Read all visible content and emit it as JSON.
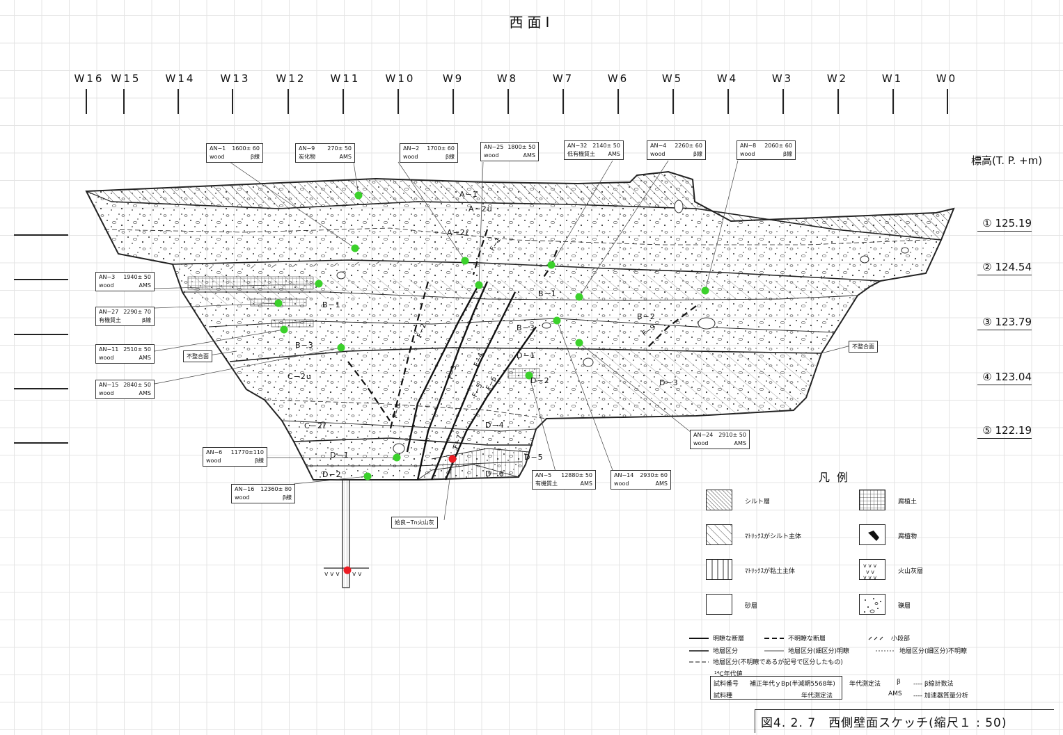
{
  "title": "西面Ⅰ",
  "grid_labels": [
    "W16",
    "W15",
    "W14",
    "W13",
    "W12",
    "W11",
    "W10",
    "W9",
    "W8",
    "W7",
    "W6",
    "W5",
    "W4",
    "W3",
    "W2",
    "W1",
    "W0"
  ],
  "elevation": {
    "title": "標高(T. P. +m)",
    "levels": [
      "① 125.19",
      "② 124.54",
      "③ 123.79",
      "④ 123.04",
      "⑤ 122.19"
    ]
  },
  "samples": [
    {
      "id": "AN−1",
      "age": "1600± 60",
      "material": "wood",
      "method": "β線"
    },
    {
      "id": "AN−9",
      "age": "270± 50",
      "material": "炭化物",
      "method": "AMS"
    },
    {
      "id": "AN−2",
      "age": "1700± 60",
      "material": "wood",
      "method": "β線"
    },
    {
      "id": "AN−25",
      "age": "1800± 50",
      "material": "wood",
      "method": "AMS"
    },
    {
      "id": "AN−32",
      "age": "2140± 50",
      "material": "低有機質土",
      "method": "AMS"
    },
    {
      "id": "AN−4",
      "age": "2260± 60",
      "material": "wood",
      "method": "β線"
    },
    {
      "id": "AN−8",
      "age": "2060± 60",
      "material": "wood",
      "method": "β線"
    },
    {
      "id": "AN−3",
      "age": "1940± 50",
      "material": "wood",
      "method": "AMS"
    },
    {
      "id": "AN−27",
      "age": "2290± 70",
      "material": "有機質土",
      "method": "β線"
    },
    {
      "id": "AN−11",
      "age": "2510± 50",
      "material": "wood",
      "method": "AMS"
    },
    {
      "id": "AN−15",
      "age": "2840± 50",
      "material": "wood",
      "method": "AMS"
    },
    {
      "id": "AN−24",
      "age": "2910± 50",
      "material": "wood",
      "method": "AMS"
    },
    {
      "id": "AN−6",
      "age": "11770±110",
      "material": "wood",
      "method": "β線"
    },
    {
      "id": "AN−16",
      "age": "12360± 80",
      "material": "wood",
      "method": "β線"
    },
    {
      "id": "AN−5",
      "age": "12880± 50",
      "material": "有機質土",
      "method": "AMS"
    },
    {
      "id": "AN−14",
      "age": "2930± 60",
      "material": "wood",
      "method": "AMS"
    }
  ],
  "notes": {
    "unconformity": "不整合面",
    "tephra": "姶良−Tn火山灰"
  },
  "layers": [
    "A−1",
    "A−2u",
    "A−2ℓ",
    "B−1",
    "B−1",
    "B−2",
    "B−3",
    "B−3",
    "C−2u",
    "C−2ℓ",
    "D−1",
    "D−1",
    "D−2",
    "D−2",
    "D−3",
    "D−4",
    "D−5",
    "D−6"
  ],
  "faults": [
    "F−1",
    "F−2",
    "F−3",
    "F−4",
    "F−5",
    "F−6",
    "F−7",
    "F−8",
    "F−9"
  ],
  "legend": {
    "title": "凡例",
    "items": [
      {
        "label": "シルト層",
        "icon": "hatch-dense-icon"
      },
      {
        "label": "腐植土",
        "icon": "grid-hatch-icon"
      },
      {
        "label": "ﾏﾄﾘｯｸｽがシルト主体",
        "icon": "hatch-diagonal-icon"
      },
      {
        "label": "腐植物",
        "icon": "humus-blob-icon"
      },
      {
        "label": "ﾏﾄﾘｯｸｽが粘土主体",
        "icon": "vertical-lines-icon"
      },
      {
        "label": "火山灰層",
        "icon": "v-marks-icon"
      },
      {
        "label": "砂層",
        "icon": "blank-icon"
      },
      {
        "label": "礫層",
        "icon": "gravel-icon"
      }
    ],
    "lines": [
      "明瞭な断層",
      "不明瞭な断層",
      "小段部",
      "地層区分",
      "地層区分(細区分)明瞭",
      "地層区分(細区分)不明瞭",
      "地層区分(不明瞭であるが記号で区分したもの)"
    ],
    "c14_title": "¹⁴C年代値",
    "format": {
      "sample_no": "試料番号",
      "corrected": "補正年代ｙBp(半減期5568年)",
      "sample_type": "試料種",
      "method_label": "年代測定法"
    },
    "method_key": [
      {
        "label": "年代測定法",
        "symbol": "β",
        "desc": "---- β線計数法"
      },
      {
        "symbol": "AMS",
        "desc": "---- 加速器質量分析"
      }
    ]
  },
  "caption": "図4. 2. 7　西側壁面スケッチ(縮尺１ : 50)",
  "colors": {
    "sample_dot": "#3bd12b",
    "tephra_dot": "#ec1c24",
    "ink": "#222222"
  }
}
